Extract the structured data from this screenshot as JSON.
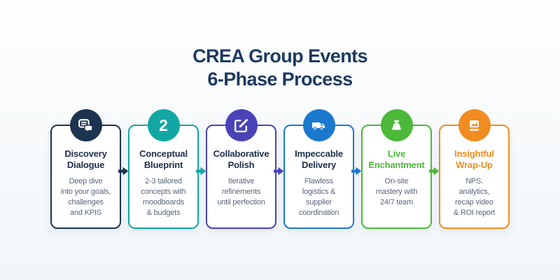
{
  "page_title": {
    "line1": "CREA Group Events",
    "line2": "6-Phase Process"
  },
  "colors": {
    "background_top": "#fdfefe",
    "background_bottom": "#f2f6fa",
    "title_text": "#1e3a5f",
    "card_background": "#ffffff",
    "card_title_text": "#1d2f4e",
    "description_text": "#57667c"
  },
  "phases": [
    {
      "title_lines": [
        "Discovery",
        "Dialogue"
      ],
      "description_lines": [
        "Deep dive",
        "into your goals,",
        "challenges",
        "and KPIS"
      ],
      "color": "#1d3450",
      "title_color": "#1d2f4e",
      "icon": "chat-bubbles-icon"
    },
    {
      "title_lines": [
        "Conceptual",
        "Blueprint"
      ],
      "description_lines": [
        "2-3 tailored",
        "concepts with",
        "moodboards",
        "& budgets"
      ],
      "color": "#12a7a3",
      "title_color": "#1d2f4e",
      "icon": "phase-number",
      "icon_text": "2"
    },
    {
      "title_lines": [
        "Collaborative",
        "Polish"
      ],
      "description_lines": [
        "Iterative",
        "refinements",
        "until perfection"
      ],
      "color": "#4a44b8",
      "title_color": "#1d2f4e",
      "icon": "edit-icon"
    },
    {
      "title_lines": [
        "Impeccable",
        "Delivery"
      ],
      "description_lines": [
        "Flawless",
        "logistics &",
        "supplier",
        "coordination"
      ],
      "color": "#1b79cd",
      "title_color": "#1d2f4e",
      "icon": "delivery-truck-icon"
    },
    {
      "title_lines": [
        "Live",
        "Enchantment"
      ],
      "description_lines": [
        "On-site",
        "mastery with",
        "24/7 team"
      ],
      "color": "#4cb93a",
      "title_color": "#4cb93a",
      "icon": "stage-light-icon"
    },
    {
      "title_lines": [
        "Insightful",
        "Wrap-Up"
      ],
      "description_lines": [
        "NPS.",
        "analytics,",
        "recap video",
        "& ROI report"
      ],
      "color": "#f18c22",
      "title_color": "#f18c22",
      "icon": "analytics-report-icon"
    }
  ]
}
